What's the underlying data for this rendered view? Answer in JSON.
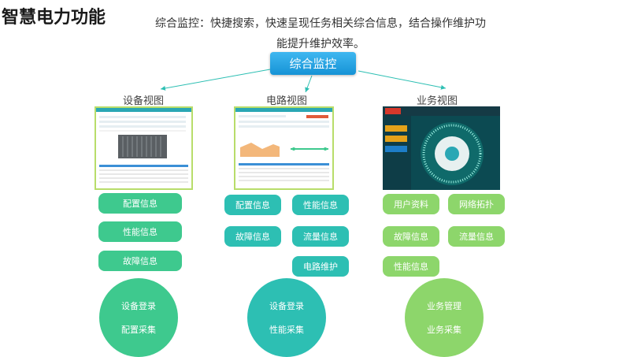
{
  "title": "智慧电力功能",
  "description": "综合监控：快捷搜索，快速呈现任务相关综合信息，结合操作维护功能提升维护效率。",
  "center": "综合监控",
  "columns": [
    {
      "label": "设备视图",
      "pills": [
        "配置信息",
        "性能信息",
        "故障信息"
      ],
      "circle": [
        "设备登录",
        "配置采集"
      ]
    },
    {
      "label": "电路视图",
      "pills": [
        "配置信息",
        "性能信息",
        "故障信息",
        "流量信息",
        "电路维护"
      ],
      "circle": [
        "设备登录",
        "性能采集"
      ]
    },
    {
      "label": "业务视图",
      "pills": [
        "用户资料",
        "网络拓扑",
        "故障信息",
        "流量信息",
        "性能信息"
      ],
      "circle": [
        "业务管理",
        "业务采集"
      ]
    }
  ],
  "colors": {
    "accent": "#1693d6",
    "green": "#3ec98e",
    "teal": "#2dbfb3",
    "lime": "#8dd66b"
  }
}
